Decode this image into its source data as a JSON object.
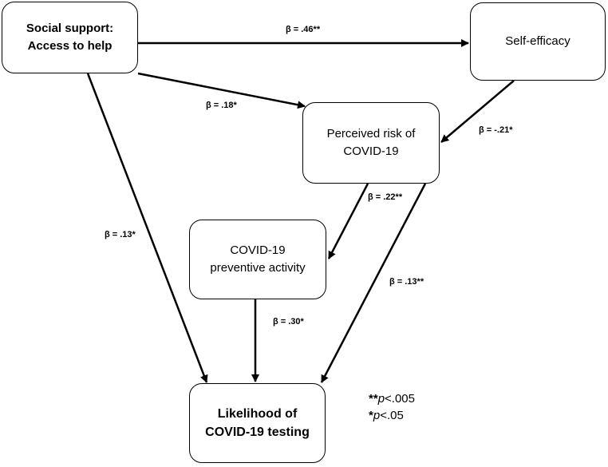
{
  "nodes": {
    "social_support": {
      "line1": "Social support:",
      "line2": "Access to help"
    },
    "self_efficacy": {
      "line1": "Self-efficacy"
    },
    "perceived_risk": {
      "line1": "Perceived risk of",
      "line2": "COVID-19"
    },
    "preventive_activity": {
      "line1": "COVID-19",
      "line2": "preventive activity"
    },
    "testing": {
      "line1": "Likelihood of",
      "line2": "COVID-19 testing"
    }
  },
  "paths": {
    "social_to_self": "β = .46**",
    "social_to_risk": "β = .18*",
    "self_to_risk": "β = -.21*",
    "risk_to_prev": "β = .22**",
    "social_to_testing": "β = .13*",
    "risk_to_testing": "β = .13**",
    "prev_to_testing": "β = .30*"
  },
  "notes": {
    "line1_stars": "**",
    "line1_p": "p",
    "line1_rest": "<.005",
    "line2_stars": "*",
    "line2_p": "p",
    "line2_rest": "<.05"
  }
}
